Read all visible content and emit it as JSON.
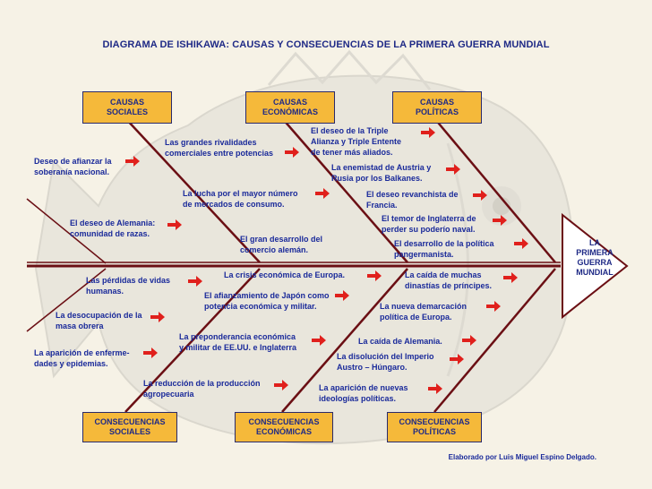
{
  "title": "DIAGRAMA DE ISHIKAWA: CAUSAS Y CONSECUENCIAS DE LA PRIMERA GUERRA MUNDIAL",
  "head": "LA\nPRIMERA\nGUERRA\nMUNDIAL",
  "credit": "Elaborado por Luis Miguel Espino Delgado.",
  "colors": {
    "title": "#1f2a86",
    "label": "#1a2a9a",
    "box_fill": "#f5b93a",
    "arrow": "#e0201c",
    "bone": "#6b0f14"
  },
  "categories": {
    "causas_sociales": "CAUSAS\nSOCIALES",
    "causas_economicas": "CAUSAS\nECONÓMICAS",
    "causas_politicas": "CAUSAS\nPOLÍTICAS",
    "consecuencias_sociales": "CONSECUENCIAS\nSOCIALES",
    "consecuencias_economicas": "CONSECUENCIAS\nECONÓMICAS",
    "consecuencias_politicas": "CONSECUENCIAS\nPOLÍTICAS"
  },
  "causes": {
    "sociales": [
      "Deseo de afianzar la\nsoberanía nacional.",
      "El deseo de Alemania:\n  comunidad de razas."
    ],
    "economicas": [
      "Las grandes rivalidades\ncomerciales entre potencias",
      "La lucha por el mayor número\nde mercados    de consumo.",
      "El gran desarrollo del\ncomercio alemán."
    ],
    "politicas": [
      "El deseo de la Triple\nAlianza y  Triple Entente\nde tener más aliados.",
      "La enemistad de Austria y\nRusia por los Balkanes.",
      "El deseo revanchista de\nFrancia.",
      "El temor de Inglaterra de\nperder su poderío naval.",
      "El desarrollo de la política\npangermanista."
    ]
  },
  "consequences": {
    "sociales": [
      "Las pérdidas de vidas\nhumanas.",
      "La desocupación de la\nmasa obrera",
      "La aparición de enferme-\ndades y epidemias."
    ],
    "economicas": [
      "La crisis económica de Europa.",
      "El afianzamiento de Japón como\npotencia económica y militar.",
      "La preponderancia económica\ny militar de EE.UU. e Inglaterra",
      "La reducción de la producción\nagropecuaria"
    ],
    "politicas": [
      "La caída de muchas\n   dinastías de príncipes.",
      "La nueva demarcación\npolítica de Europa.",
      "La caída de Alemania.",
      "La disolución del Imperio\nAustro – Húngaro.",
      "La aparición de nuevas\nideologías políticas."
    ]
  }
}
